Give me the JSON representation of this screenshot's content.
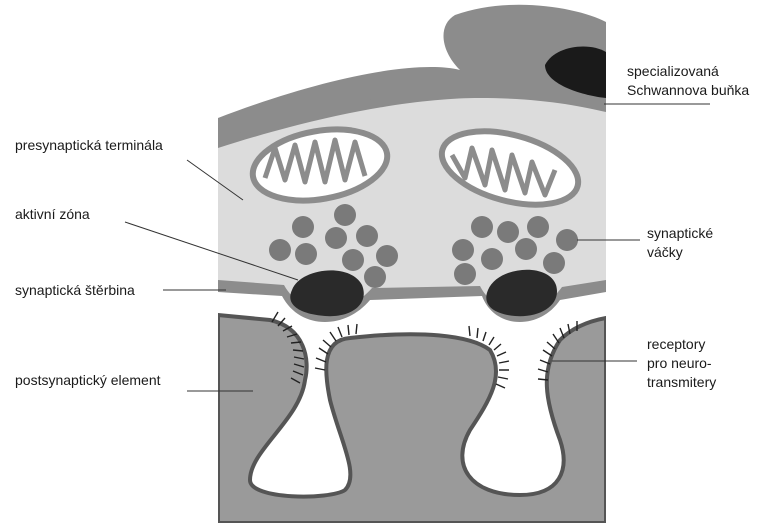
{
  "colors": {
    "background": "#ffffff",
    "schwann_cell": "#8c8c8c",
    "schwann_nucleus": "#1a1a1a",
    "presynaptic_outer": "#8c8c8c",
    "presynaptic_inner": "#dcdcdc",
    "mitochondria": "#8c8c8c",
    "vesicles": "#7a7a7a",
    "active_zone": "#2a2a2a",
    "postsynaptic": "#9a9a9a",
    "membrane": "#555555",
    "receptors": "#222222",
    "leader_lines": "#333333"
  },
  "labels": {
    "schwann_1": "specializovaná",
    "schwann_2": "Schwannova buňka",
    "presynaptic": "presynaptická terminála",
    "active_zone": "aktivní zóna",
    "cleft": "synaptická štěrbina",
    "postsynaptic": "postsynaptický element",
    "vesicles_1": "synaptické",
    "vesicles_2": "váčky",
    "receptors_1": "receptory",
    "receptors_2": "pro neuro-",
    "receptors_3": "transmitery"
  }
}
